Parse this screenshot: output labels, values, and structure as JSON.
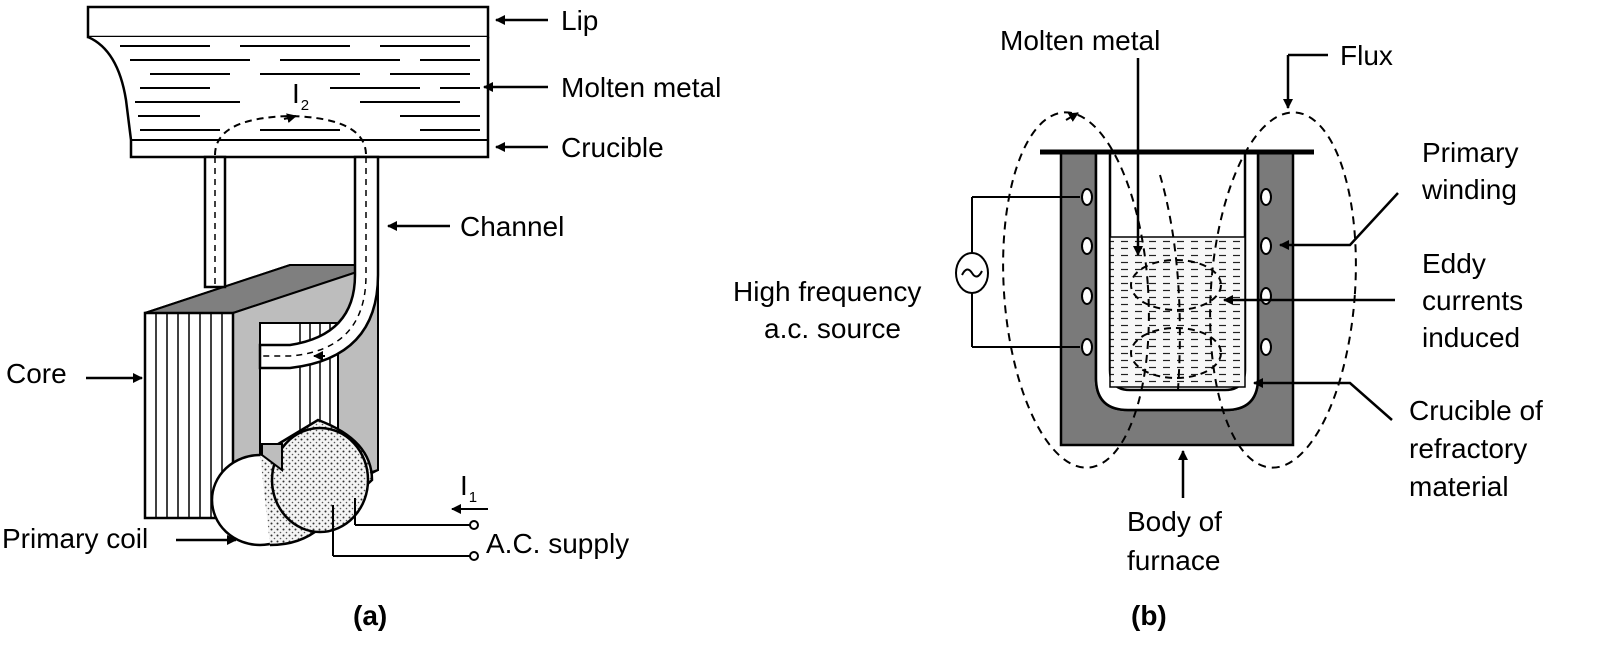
{
  "figure_a": {
    "caption": "(a)",
    "labels": {
      "lip": "Lip",
      "molten_metal": "Molten metal",
      "crucible": "Crucible",
      "channel": "Channel",
      "core": "Core",
      "primary_coil": "Primary coil",
      "ac_supply": "A.C. supply"
    },
    "currents": {
      "secondary": {
        "symbol": "I",
        "subscript": "2"
      },
      "primary": {
        "symbol": "I",
        "subscript": "1"
      }
    }
  },
  "figure_b": {
    "caption": "(b)",
    "labels": {
      "molten_metal": "Molten metal",
      "flux": "Flux",
      "primary_winding": [
        "Primary",
        "winding"
      ],
      "eddy_currents": [
        "Eddy",
        "currents",
        "induced"
      ],
      "crucible": [
        "Crucible of",
        "refractory",
        "material"
      ],
      "body": [
        "Body of",
        "furnace"
      ],
      "source": [
        "High frequency",
        "a.c. source"
      ]
    }
  },
  "colors": {
    "line": "#000000",
    "core_dark": "#7f7f7f",
    "core_light": "#bdbdbd",
    "furnace_body": "#7a7a7a",
    "metal_fill": "#f2f2f2"
  }
}
